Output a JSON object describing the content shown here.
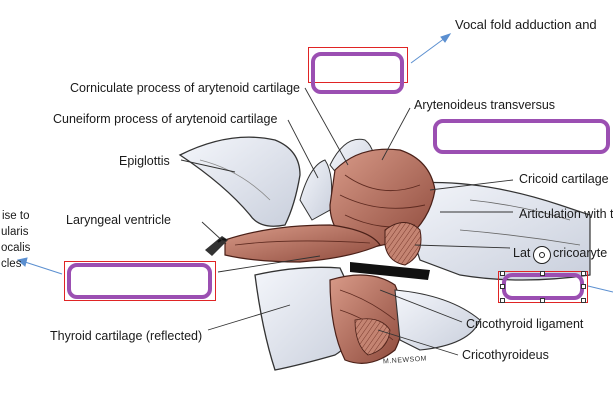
{
  "labels": {
    "vocal_fold": "Vocal fold adduction and",
    "corniculate": "Corniculate process of arytenoid cartilage",
    "arytenoideus": "Arytenoideus transversus",
    "cuneiform": "Cuneiform process of arytenoid cartilage",
    "epiglottis": "Epiglottis",
    "cricoid": "Cricoid cartilage",
    "ventricle": "Laryngeal ventricle",
    "articulation": "Articulation with t",
    "lateral_crico_left": "Lat",
    "lateral_crico_right": "cricoaryte",
    "thyroid": "Thyroid cartilage (reflected)",
    "cricothyroid_lig": "Cricothyroid ligament",
    "cricothyroideus": "Cricothyroideus"
  },
  "side_note": {
    "line1": "ise to",
    "line2": "ularis",
    "line3": "ocalis",
    "line4": "cles"
  },
  "signature": "M.NEWSOM",
  "colors": {
    "answer_box": "#9b4fb2",
    "red_frame": "#e02424",
    "arrow": "#5b8fd0",
    "muscle": "#b5705f",
    "cartilage": "#e9ecf4"
  }
}
